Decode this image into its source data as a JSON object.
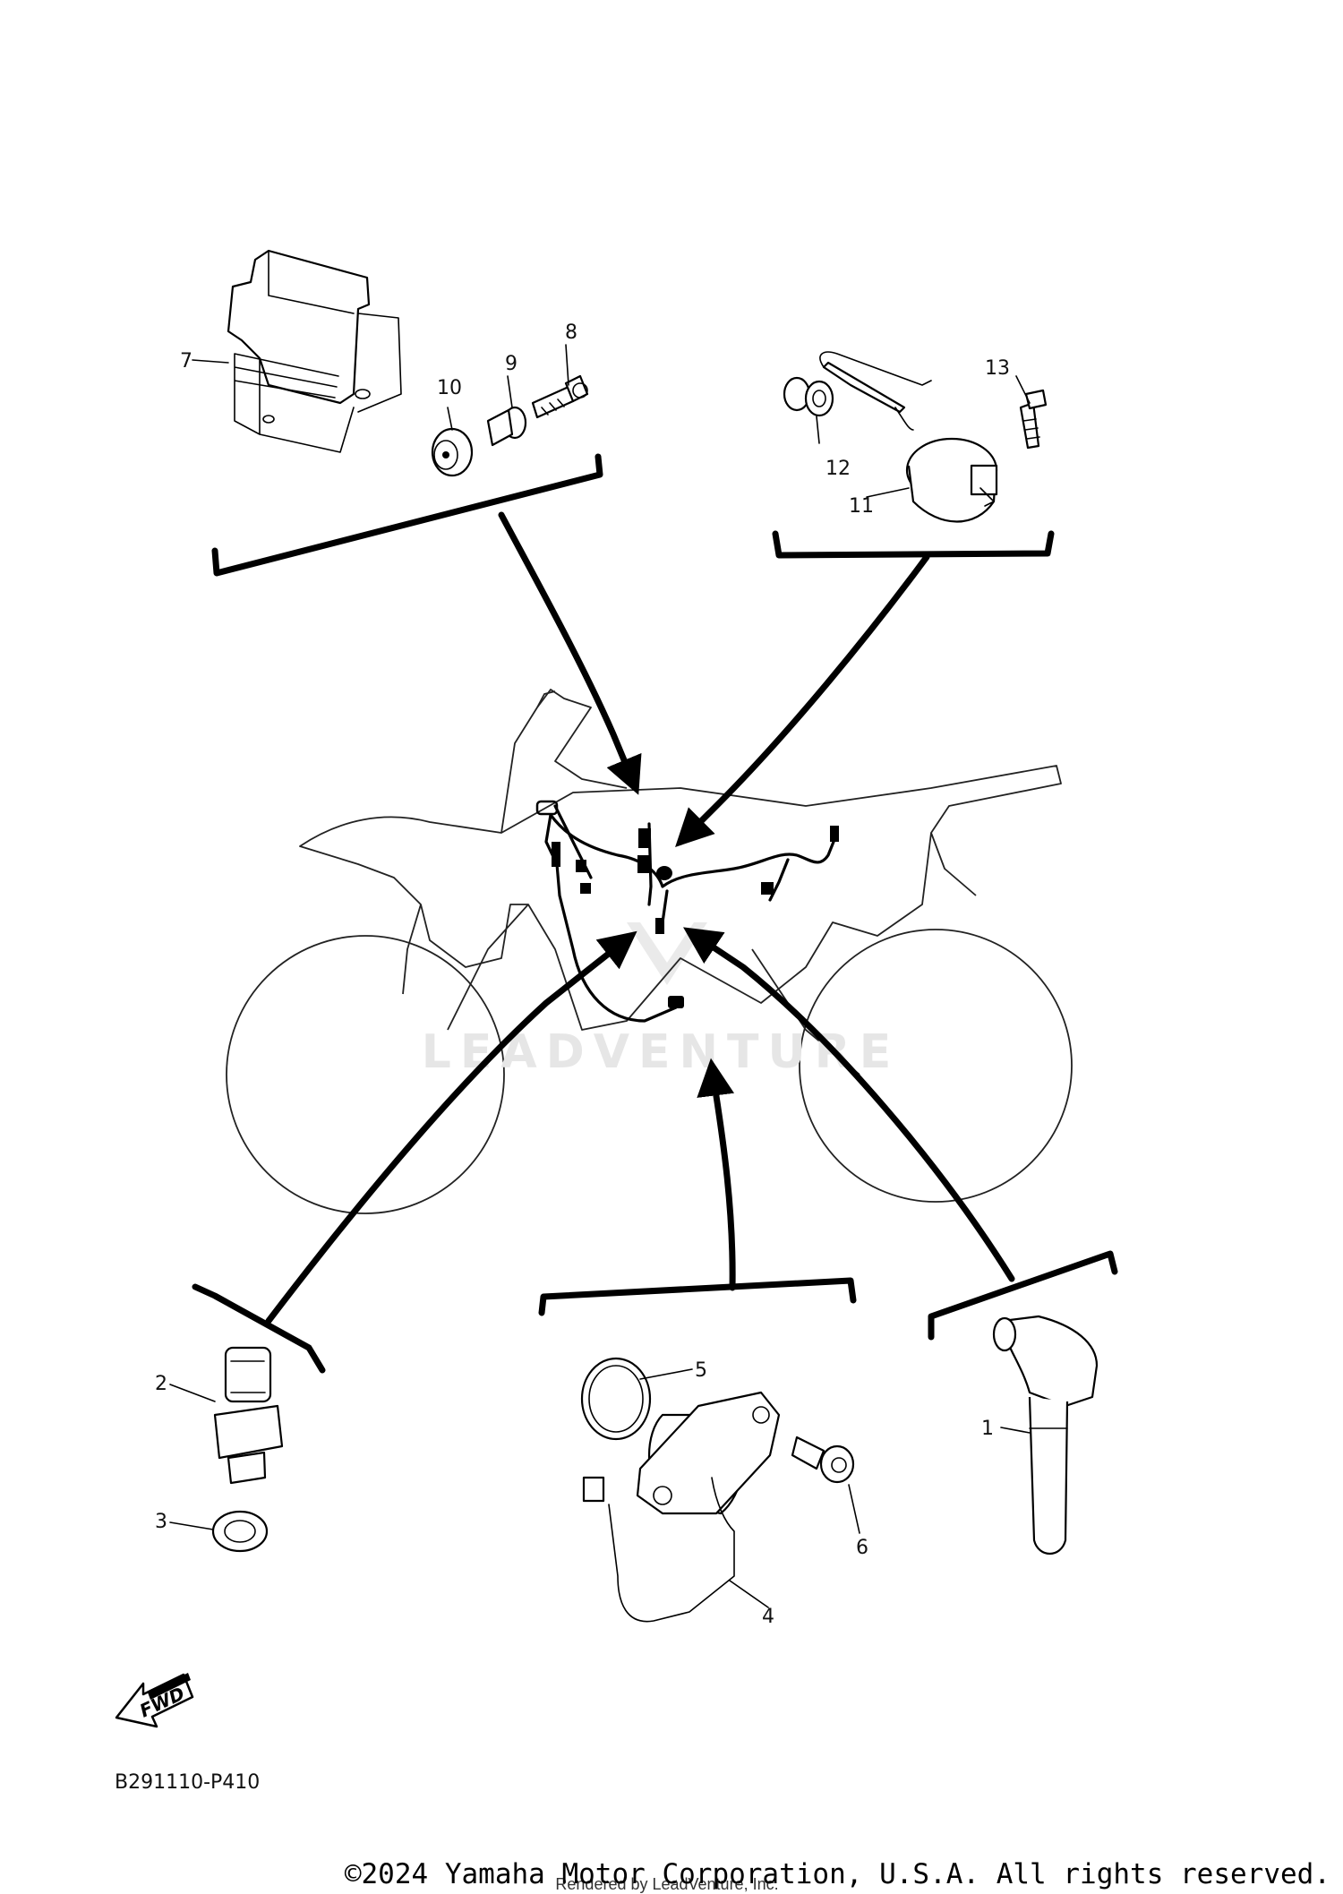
{
  "callouts": [
    "1",
    "2",
    "3",
    "4",
    "5",
    "6",
    "7",
    "8",
    "9",
    "10",
    "11",
    "12",
    "13"
  ],
  "watermark": "LEADVENTURE",
  "fwd_label": "FWD",
  "diagram_code": "B291110-P410",
  "copyright": "©2024 Yamaha Motor Corporation, U.S.A. All rights reserved.",
  "rendered_by": "Rendered by LeadVenture, Inc."
}
